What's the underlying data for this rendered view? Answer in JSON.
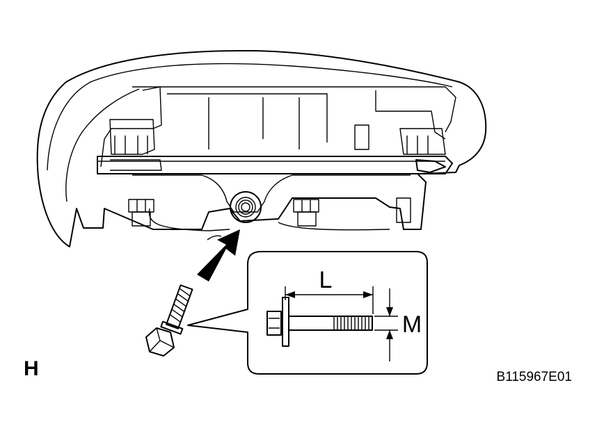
{
  "figure": {
    "view_label": "H",
    "figure_id": "B115967E01",
    "dim_length_label": "L",
    "dim_diameter_label": "M"
  },
  "colors": {
    "line": "#000000",
    "background": "#ffffff"
  },
  "icons": [
    "airbag-module-drawing",
    "bolt-drawing",
    "arrow-icon",
    "bolt-detail-callout"
  ]
}
